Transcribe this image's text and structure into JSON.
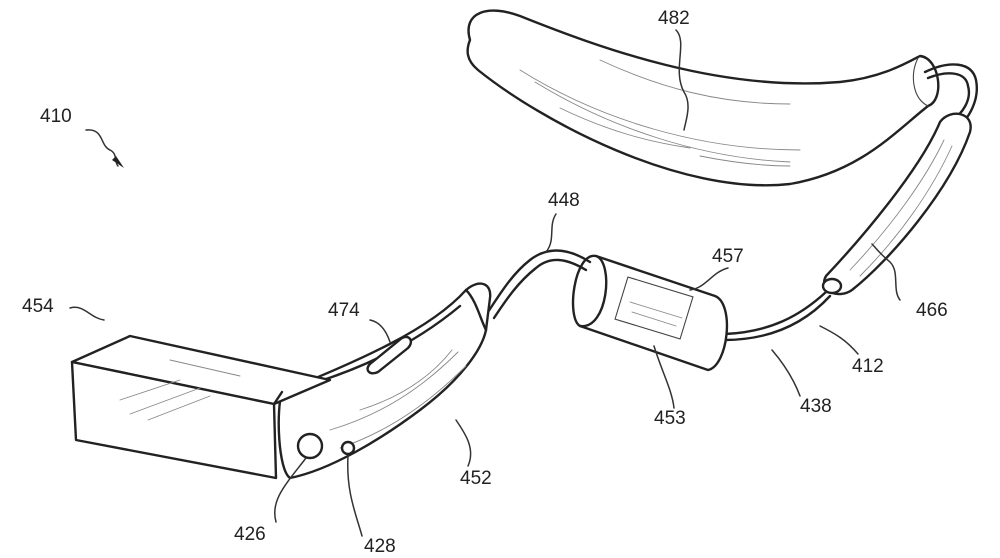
{
  "figure": {
    "references": {
      "ref_410": "410",
      "ref_482": "482",
      "ref_448": "448",
      "ref_457": "457",
      "ref_474": "474",
      "ref_454": "454",
      "ref_466": "466",
      "ref_412": "412",
      "ref_438": "438",
      "ref_453": "453",
      "ref_452": "452",
      "ref_426": "426",
      "ref_428": "428"
    }
  }
}
